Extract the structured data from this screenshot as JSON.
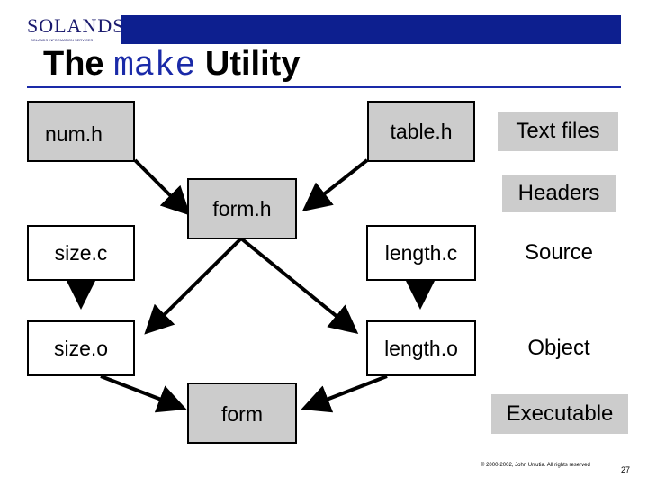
{
  "header": {
    "logo_text": "SOLANDS",
    "logo_subtitle": "SOLANDS INFORMATION SERVICES",
    "title_part1": "The",
    "title_mono": "make",
    "title_part2": "Utility"
  },
  "diagram": {
    "nodes": {
      "num_h": "num.h",
      "table_h": "table.h",
      "form_h": "form.h",
      "size_c": "size.c",
      "length_c": "length.c",
      "size_o": "size.o",
      "length_o": "length.o",
      "form": "form"
    }
  },
  "legend": {
    "text_files": "Text files",
    "headers": "Headers",
    "source": "Source",
    "object": "Object",
    "executable": "Executable"
  },
  "footer": {
    "copyright": "© 2000-2002, John Urrutia. All rights reserved",
    "page_number": "27"
  },
  "colors": {
    "topbar": "#0d1f8f",
    "header_fill": "#cccccc",
    "title_mono": "#1a2aa8"
  }
}
